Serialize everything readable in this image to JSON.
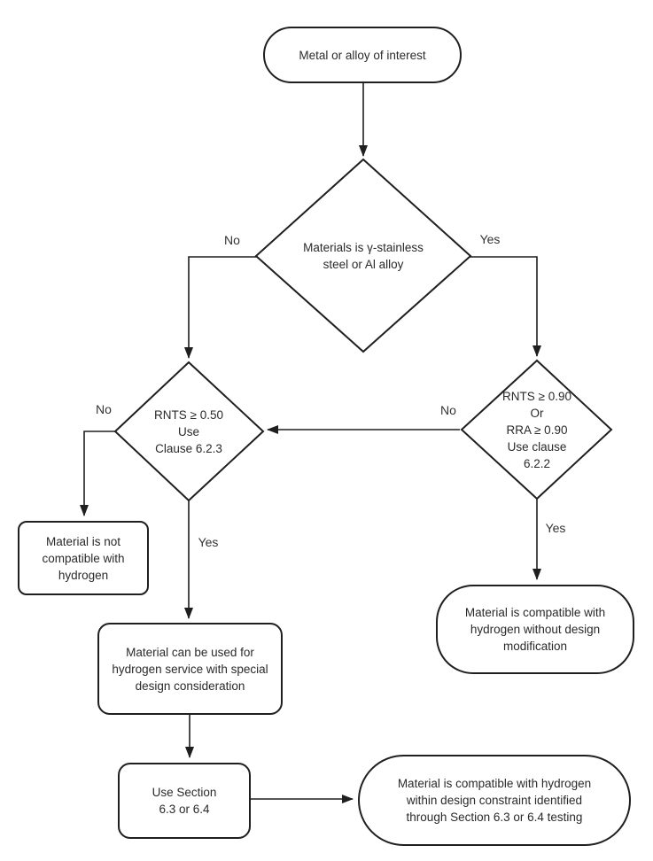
{
  "colors": {
    "stroke": "#1f1f1f",
    "text": "#2a2a2a",
    "background": "#ffffff"
  },
  "nodes": {
    "start": {
      "label": "Metal or alloy of interest",
      "type": "terminator"
    },
    "decision_material": {
      "label": "Materials is γ-stainless\nsteel or Al alloy",
      "type": "decision"
    },
    "decision_rnts_050": {
      "label": "RNTS ≥ 0.50\nUse\nClause 6.2.3",
      "type": "decision"
    },
    "decision_rnts_090": {
      "label": "RNTS ≥ 0.90\nOr\nRRA ≥ 0.90\nUse clause\n6.2.2",
      "type": "decision"
    },
    "not_compatible": {
      "label": "Material is not\ncompatible with\nhydrogen",
      "type": "process"
    },
    "special_design": {
      "label": "Material can be used for\nhydrogen service with special\ndesign consideration",
      "type": "process"
    },
    "use_section": {
      "label": "Use Section\n6.3 or 6.4",
      "type": "process"
    },
    "compatible_no_mod": {
      "label": "Material is compatible with\nhydrogen without design\nmodification",
      "type": "terminator"
    },
    "compatible_constraint": {
      "label": "Material is compatible with hydrogen\nwithin design constraint identified\nthrough Section 6.3 or 6.4 testing",
      "type": "terminator"
    }
  },
  "edge_labels": {
    "material_no": "No",
    "material_yes": "Yes",
    "rnts050_no": "No",
    "rnts050_yes": "Yes",
    "rnts090_no": "No",
    "rnts090_yes": "Yes"
  }
}
